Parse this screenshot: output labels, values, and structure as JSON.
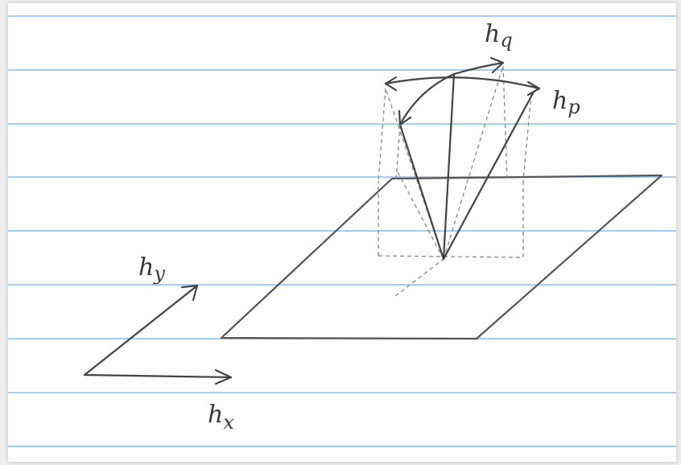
{
  "labels": {
    "hq": "h",
    "hq_sub": "q",
    "hp": "h",
    "hp_sub": "p",
    "hy": "h",
    "hy_sub": "y",
    "hx": "h",
    "hx_sub": "x"
  },
  "colors": {
    "paper": "#fdfdfb",
    "ruled_line": "#a9cdee",
    "pencil": "#444444",
    "pencil_light": "#8a8a8a"
  }
}
